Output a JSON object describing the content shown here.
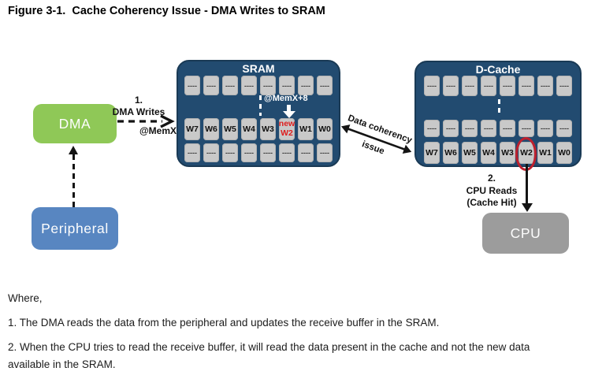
{
  "figure_title": "Figure 3-1.  Cache Coherency Issue - DMA Writes to SRAM",
  "boxes": {
    "dma": "DMA",
    "peripheral": "Peripheral",
    "cpu": "CPU"
  },
  "sram": {
    "title": "SRAM",
    "mem_label": "@MemX+8",
    "row_top": [
      "----",
      "----",
      "----",
      "----",
      "----",
      "----",
      "----",
      "----"
    ],
    "row_words": [
      {
        "label": "W7"
      },
      {
        "label": "W6"
      },
      {
        "label": "W5"
      },
      {
        "label": "W4"
      },
      {
        "label": "W3"
      },
      {
        "label": "new\nW2",
        "variant": "new-word"
      },
      {
        "label": "W1"
      },
      {
        "label": "W0"
      }
    ],
    "row_bottom": [
      "----",
      "----",
      "----",
      "----",
      "----",
      "----",
      "----",
      "----"
    ]
  },
  "dcache": {
    "title": "D-Cache",
    "row_top": [
      "----",
      "----",
      "----",
      "----",
      "----",
      "----",
      "----",
      "----"
    ],
    "row_mid": [
      "----",
      "----",
      "----",
      "----",
      "----",
      "----",
      "----",
      "----"
    ],
    "row_words": [
      {
        "label": "W7"
      },
      {
        "label": "W6"
      },
      {
        "label": "W5"
      },
      {
        "label": "W4"
      },
      {
        "label": "W3"
      },
      {
        "label": "W2",
        "variant": "circled"
      },
      {
        "label": "W1"
      },
      {
        "label": "W0"
      }
    ]
  },
  "annotations": {
    "dma_writes": {
      "step": "1.",
      "label": "DMA Writes",
      "address": "@MemX"
    },
    "coherency": {
      "line1": "Data coherency",
      "line2": "issue"
    },
    "cpu_reads": {
      "step": "2.",
      "label": "CPU Reads",
      "detail": "(Cache Hit)"
    }
  },
  "footer": {
    "intro": "Where,",
    "note1": "1. The DMA reads the data from the peripheral and updates the receive buffer in the SRAM.",
    "note2": "2. When the CPU tries to read the receive buffer, it will read the data present in the cache and not the new data available in the SRAM."
  },
  "colors": {
    "container_navy": "#224B70",
    "cell_gray": "#C9C9C9",
    "dma_green": "#8FC857",
    "peripheral_blue": "#5886C1",
    "cpu_gray": "#9C9C9C",
    "highlight_red": "#DE1E1E",
    "circle_red": "#BE202D"
  }
}
